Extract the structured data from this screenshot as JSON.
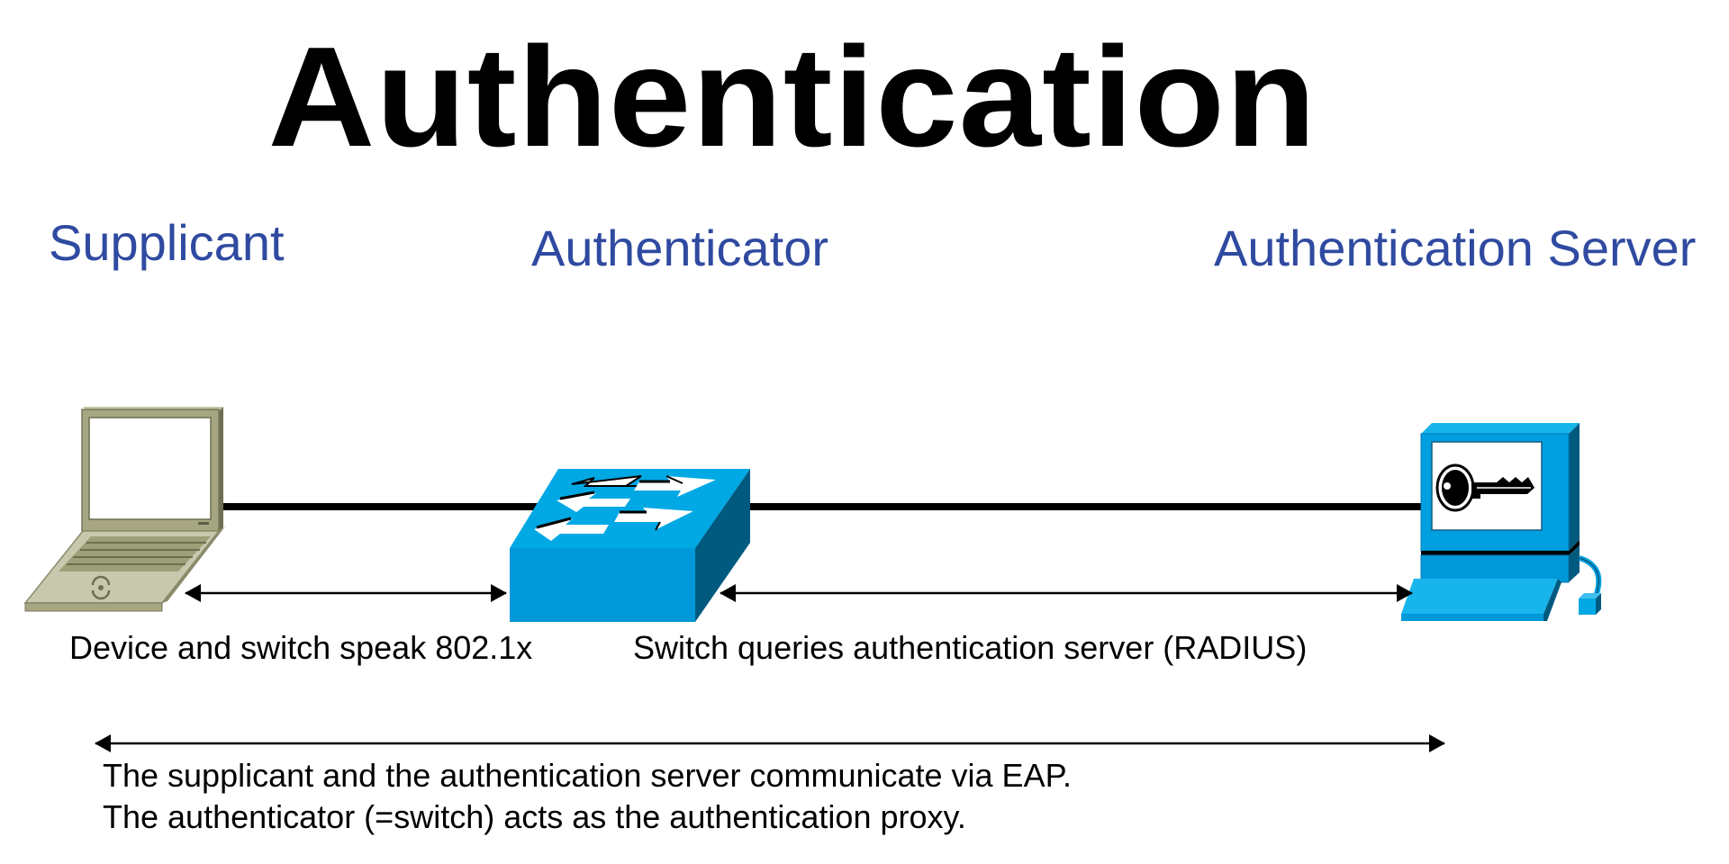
{
  "title": "Authentication",
  "roles": {
    "supplicant": "Supplicant",
    "authenticator": "Authenticator",
    "server": "Authentication Server"
  },
  "captions": {
    "device_switch": "Device and switch speak 802.1x",
    "switch_server": "Switch queries authentication server (RADIUS)"
  },
  "notes": [
    "The supplicant and the authentication server communicate via EAP.",
    "The authenticator (=switch) acts as the authentication proxy."
  ],
  "devices": {
    "supplicant_icon": "laptop-icon",
    "authenticator_icon": "switch-icon",
    "server_icon": "key-server-icon"
  },
  "colors": {
    "title": "#000000",
    "role_label": "#2f4aa0",
    "laptop_body": "#a8a884",
    "laptop_light": "#c8c8ac",
    "switch_top": "#00a8e4",
    "switch_front": "#0098d8",
    "switch_side": "#005a80",
    "server_blue": "#00a8e4"
  }
}
